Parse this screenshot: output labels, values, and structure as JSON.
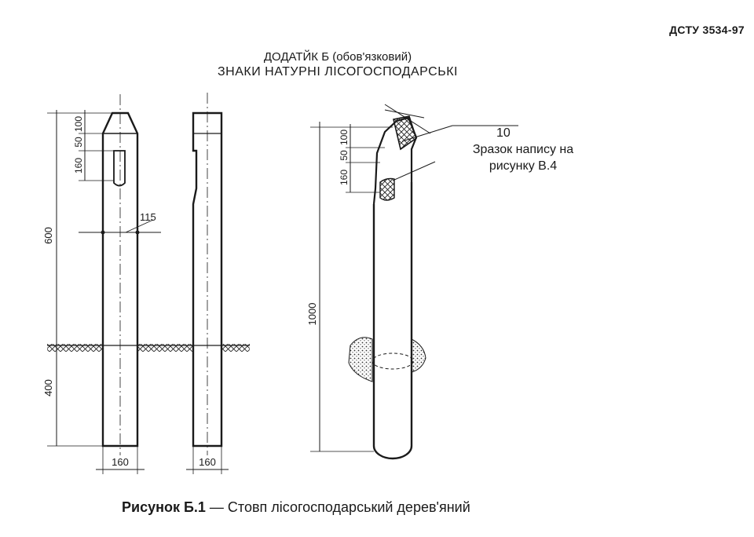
{
  "document": {
    "code": "ДСТУ 3534-97",
    "appendix_title": "ДОДАТЙК Б (обов'язковий)",
    "appendix_heading": "ЗНАКИ НАТУРНІ ЛІСОГОСПОДАРСЬКІ",
    "caption_label": "Рисунок Б.1",
    "caption_text": " — Стовп лісогосподарський дерев'яний"
  },
  "dimensions": {
    "d100_left": "100",
    "d50_left": "50",
    "d160_left": "160",
    "d600": "600",
    "d400": "400",
    "d115": "115",
    "d160_bottom_left": "160",
    "d160_bottom_mid": "160",
    "d100_right": "100",
    "d50_right": "50",
    "d160_right": "160",
    "d1000": "1000",
    "d10": "10"
  },
  "note": {
    "line1": "Зразок напису на",
    "line2": "рисунку В.4"
  }
}
